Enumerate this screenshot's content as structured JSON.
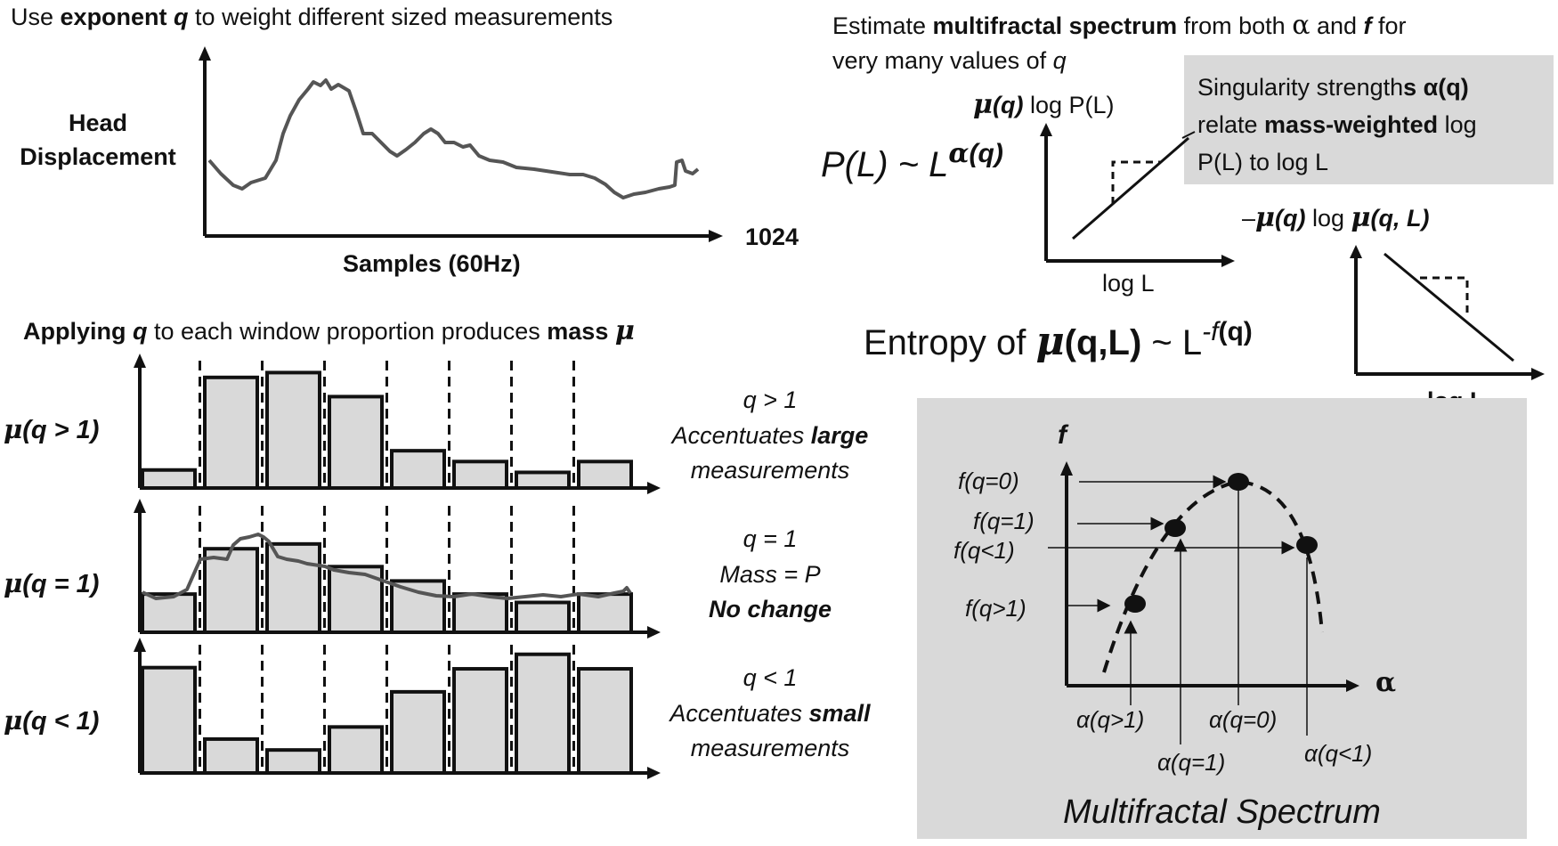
{
  "left": {
    "intro": {
      "pre": "Use ",
      "bold": "exponent ",
      "q": "q",
      "post": " to weight different sized measurements"
    },
    "ts_ylabel_1": "Head",
    "ts_ylabel_2": "Displacement",
    "ts_xlabel": "Samples (60Hz)",
    "ts_end_label": "1024",
    "apply": {
      "bold1": "Applying ",
      "q": "q",
      "mid": " to each window proportion produces ",
      "bold2": "mass ",
      "mu": "μ"
    },
    "rows": [
      {
        "label_mu": "μ",
        "label_rest": "(q > 1)",
        "desc1": "q > 1",
        "desc2_pre": "Accentuates ",
        "desc2_bold": "large",
        "desc3": "measurements",
        "bars": [
          0.15,
          0.92,
          0.96,
          0.76,
          0.31,
          0.22,
          0.13,
          0.22
        ]
      },
      {
        "label_mu": "μ",
        "label_rest": "(q = 1)",
        "desc1": "q = 1",
        "desc2_pre": "Mass = ",
        "desc2_bold": "",
        "desc2_italic": "P",
        "desc3": "No change",
        "bars": [
          0.32,
          0.7,
          0.74,
          0.55,
          0.43,
          0.32,
          0.25,
          0.32
        ]
      },
      {
        "label_mu": "μ",
        "label_rest": "(q < 1)",
        "desc1": "q < 1",
        "desc2_pre": "Accentuates ",
        "desc2_bold": "small",
        "desc3": "measurements",
        "bars": [
          0.87,
          0.28,
          0.19,
          0.38,
          0.67,
          0.86,
          0.98,
          0.86
        ]
      }
    ]
  },
  "right": {
    "estimate_line1": {
      "pre": "Estimate ",
      "bold": "multifractal spectrum",
      "mid": " from both ",
      "alpha": "α",
      "and": " and ",
      "f": "f",
      "post": " for"
    },
    "estimate_line2": {
      "pre": "very many values of ",
      "q": "q"
    },
    "law1": {
      "pre": "P(L) ~ L",
      "sup_alpha": "α",
      "sup_q": "(q)"
    },
    "law2": {
      "pre": "Entropy of ",
      "mu": "μ",
      "args": "(q,L)",
      "tilde": " ~ L",
      "sup": "-f",
      "sup_q": "(q)"
    },
    "plot1_ylabel": {
      "mu": "μ",
      "q": "(q)",
      "rest": " log P(L)"
    },
    "plot1_xlabel": "log L",
    "callout": {
      "line1_pre": "Singularity strength",
      "line1_bold": "s α(q)",
      "line2_pre": "relate ",
      "line2_bold": "mass-weighted",
      "line2_post": " log",
      "line3": "P(L) to log L"
    },
    "plot2_ylabel": {
      "neg": "–",
      "mu": "μ",
      "q": "(q)",
      "mid": " log ",
      "mu2": "μ",
      "args": "(q, L)"
    },
    "plot2_xlabel": "log L",
    "spectrum": {
      "title": "Multifractal Spectrum",
      "f_axis": "f",
      "alpha_axis": "α",
      "f_labels": [
        "f(q=0)",
        "f(q=1)",
        "f(q<1)",
        "f(q>1)"
      ],
      "alpha_labels": [
        "α(q>1)",
        "α(q=0)",
        "α(q=1)",
        "α(q<1)"
      ]
    }
  },
  "colors": {
    "panel": "#d9d9d9",
    "bar_fill": "#d9d9d9",
    "ink": "#111111",
    "trace": "#555555"
  }
}
